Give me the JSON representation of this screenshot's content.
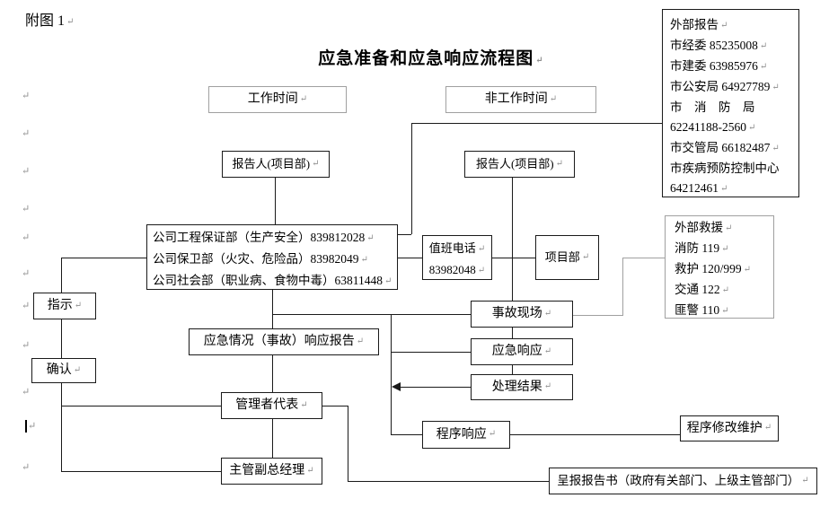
{
  "document": {
    "figure_label": "附图 1",
    "title": "应急准备和应急响应流程图"
  },
  "flowchart": {
    "work_time": "工作时间",
    "non_work_time": "非工作时间",
    "reporter_left": "报告人(项目部)",
    "reporter_right": "报告人(项目部)",
    "company_dept_lines": [
      "公司工程保证部（生产安全）839812028",
      "公司保卫部（火灾、危险品）83982049",
      "公司社会部（职业病、食物中毒）63811448"
    ],
    "duty_phone_lines": [
      "值班电话",
      "83982048"
    ],
    "project_dept": "项目部",
    "external_report_lines": [
      "外部报告",
      "市经委 85235008",
      "市建委 63985976",
      "市公安局 64927789",
      "市　消　防　局",
      "62241188-2560",
      "市交管局 66182487",
      "市疾病预防控制中心",
      "64212461"
    ],
    "external_rescue_lines": [
      "外部救援",
      "消防 119",
      "救护 120/999",
      "交通 122",
      "匪警 110"
    ],
    "instruct": "指示",
    "confirm": "确认",
    "accident_scene": "事故现场",
    "emergency_report": "应急情况（事故）响应报告",
    "emergency_response": "应急响应",
    "handle_result": "处理结果",
    "manager_rep": "管理者代表",
    "procedure_response": "程序响应",
    "procedure_maintain": "程序修改维护",
    "deputy_gm": "主管副总经理",
    "report_submit": "呈报报告书（政府有关部门、上级主管部门）"
  },
  "colors": {
    "line": "#1a1a1a",
    "gray_line": "#a0a0a0",
    "mark": "#909090",
    "text": "#000000"
  }
}
